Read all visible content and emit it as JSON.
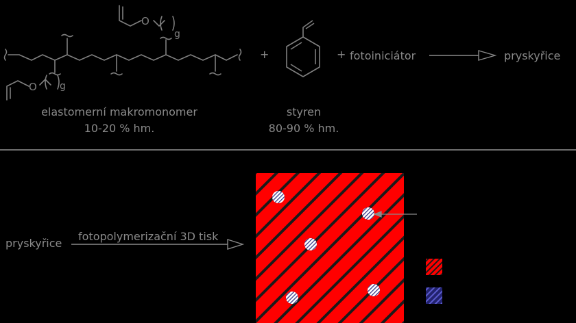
{
  "colors": {
    "background": "#000000",
    "structure": "#7f7f7f",
    "text": "#8a8a8a",
    "divider": "#b0b0b0",
    "matrix_fill": "#ff0000",
    "matrix_hatch": "#1a1a1a",
    "particle_fill": "#ffffff",
    "particle_hatch": "#3a3a8a",
    "legend_blue_fill": "#22226e",
    "legend_blue_hatch": "#5a5acc"
  },
  "top": {
    "macromonomer": {
      "subscript_top": "g",
      "subscript_bottom": "g",
      "label_line1": "elastomerní makromonomer",
      "label_line2": "10-20 % hm."
    },
    "plus1": "+",
    "plus2": "+",
    "styrene": {
      "label_line1": "styren",
      "label_line2": "80-90 % hm."
    },
    "photoinitiator": "fotoiniciátor",
    "product": "pryskyřice"
  },
  "bottom": {
    "start": "pryskyřice",
    "process": "fotopolymerizační 3D tisk"
  },
  "icons": {
    "reaction_arrow": "arrow-right-icon",
    "process_arrow": "arrow-right-icon",
    "pointer_arrow": "arrow-left-icon"
  }
}
